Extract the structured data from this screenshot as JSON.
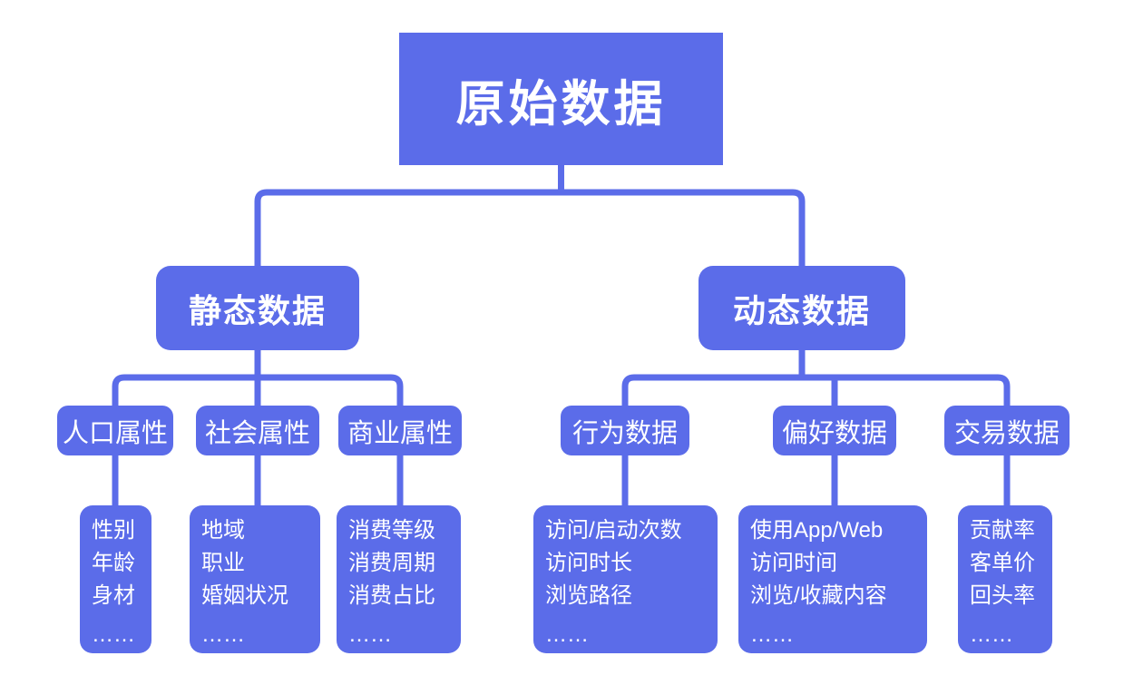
{
  "diagram": {
    "colors": {
      "node_fill": "#5b6ce9",
      "node_text": "#ffffff",
      "connector": "#5b6ce9",
      "background": "#ffffff"
    },
    "root": {
      "label": "原始数据"
    },
    "branches": [
      {
        "label": "静态数据",
        "children": [
          {
            "label": "人口属性",
            "items": [
              "性别",
              "年龄",
              "身材",
              "……"
            ]
          },
          {
            "label": "社会属性",
            "items": [
              "地域",
              "职业",
              "婚姻状况",
              "……"
            ]
          },
          {
            "label": "商业属性",
            "items": [
              "消费等级",
              "消费周期",
              "消费占比",
              "……"
            ]
          }
        ]
      },
      {
        "label": "动态数据",
        "children": [
          {
            "label": "行为数据",
            "items": [
              "访问/启动次数",
              "访问时长",
              "浏览路径",
              "……"
            ]
          },
          {
            "label": "偏好数据",
            "items": [
              "使用App/Web",
              "访问时间",
              "浏览/收藏内容",
              "……"
            ]
          },
          {
            "label": "交易数据",
            "items": [
              "贡献率",
              "客单价",
              "回头率",
              "……"
            ]
          }
        ]
      }
    ]
  }
}
